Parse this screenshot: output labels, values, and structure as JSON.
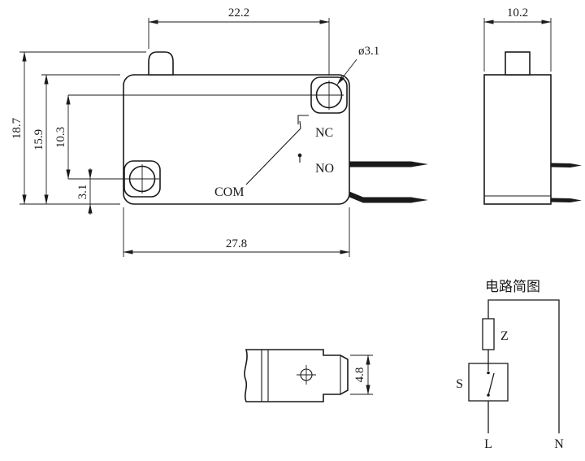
{
  "drawing": {
    "front_view": {
      "dim_top_width": "22.2",
      "dim_total_height": "18.7",
      "dim_body_height": "15.9",
      "dim_hole_spacing": "10.3",
      "dim_hole_offset": "3.1",
      "dim_hole_diameter": "ø3.1",
      "dim_bottom_width": "27.8",
      "terminal_nc": "NC",
      "terminal_no": "NO",
      "terminal_com": "COM"
    },
    "side_view": {
      "dim_width": "10.2"
    },
    "terminal_detail": {
      "dim_height": "4.8"
    },
    "circuit": {
      "title": "电路简图",
      "load_label": "Z",
      "switch_label": "S",
      "line_label": "L",
      "neutral_label": "N"
    },
    "colors": {
      "line": "#1a1a1a",
      "background": "#ffffff"
    }
  }
}
